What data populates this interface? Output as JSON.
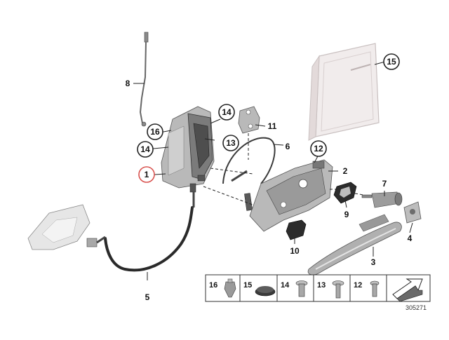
{
  "callouts": {
    "c1": "1",
    "c2": "2",
    "c3": "3",
    "c4": "4",
    "c5": "5",
    "c6": "6",
    "c7": "7",
    "c8": "8",
    "c9": "9",
    "c10": "10",
    "c11": "11",
    "c12": "12",
    "c13": "13",
    "c14a": "14",
    "c14b": "14",
    "c15": "15",
    "c16": "16"
  },
  "legend": {
    "items": [
      {
        "number": "16",
        "icon": "clip-icon"
      },
      {
        "number": "15",
        "icon": "plug-icon"
      },
      {
        "number": "14",
        "icon": "bolt-icon"
      },
      {
        "number": "13",
        "icon": "bolt-icon"
      },
      {
        "number": "12",
        "icon": "bolt-icon"
      }
    ]
  },
  "reference_number": "305271",
  "colors": {
    "highlight": "#d9534f",
    "part": "#b9b9b9",
    "door": "#f1ecec"
  }
}
